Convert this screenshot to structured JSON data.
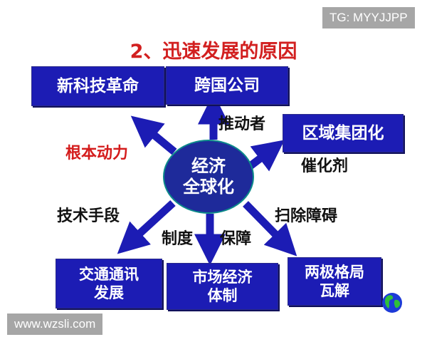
{
  "watermarks": {
    "top_right": "TG: MYYJJPP",
    "bottom_left": "www.wzsli.com"
  },
  "title": "2、迅速发展的原因",
  "center": {
    "line1": "经济",
    "line2": "全球化"
  },
  "boxes": {
    "tech_revolution": "新科技革命",
    "multinationals": "跨国公司",
    "regional_blocs": "区域集团化",
    "transport": {
      "line1": "交通通讯",
      "line2": "发展"
    },
    "market_economy": {
      "line1": "市场经济",
      "line2": "体制"
    },
    "bipolar_collapse": {
      "line1": "两极格局",
      "line2": "瓦解"
    }
  },
  "labels": {
    "fundamental_force": "根本动力",
    "promoter": "推动者",
    "catalyst": "催化剂",
    "technical_means": "技术手段",
    "institutional": "制度",
    "guarantee": "保障",
    "remove_barriers": "扫除障碍"
  },
  "colors": {
    "box_fill": "#1c1cb4",
    "title_red": "#d22020",
    "arrow_fill": "#1c1cb4"
  },
  "icons": {
    "globe": "globe-icon"
  }
}
